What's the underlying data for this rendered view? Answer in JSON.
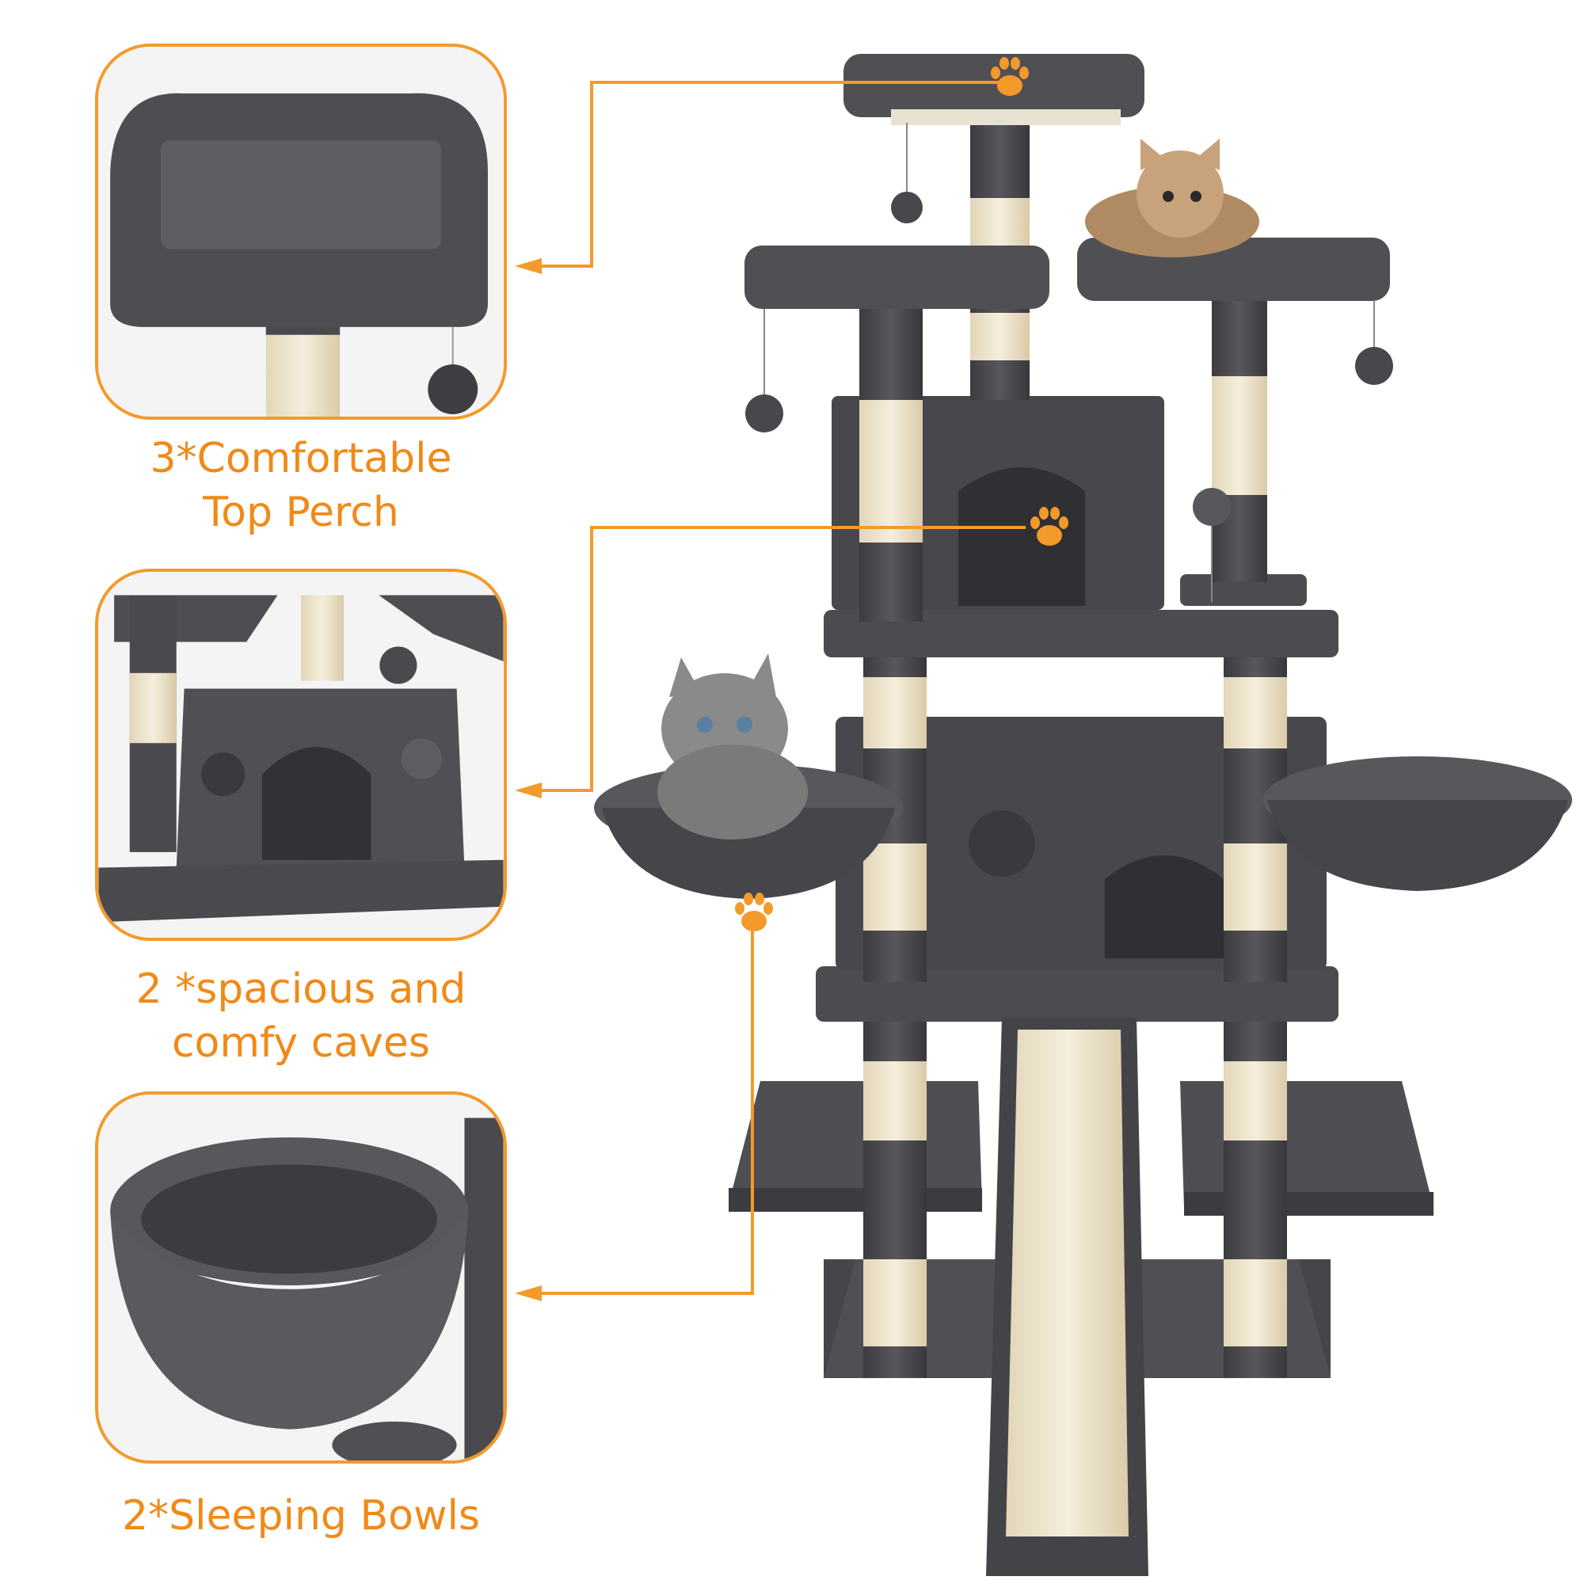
{
  "features": [
    {
      "label": "3*Comfortable\nTop Perch",
      "icon": "paw-icon"
    },
    {
      "label": "2 *spacious and\ncomfy caves",
      "icon": "paw-icon"
    },
    {
      "label": "2*Sleeping Bowls",
      "icon": "paw-icon"
    }
  ],
  "colors": {
    "accent": "#f39a2b",
    "plush": "#4a4a4e",
    "plush_dark": "#3a3a3e",
    "sisal": "#efe6cf"
  }
}
